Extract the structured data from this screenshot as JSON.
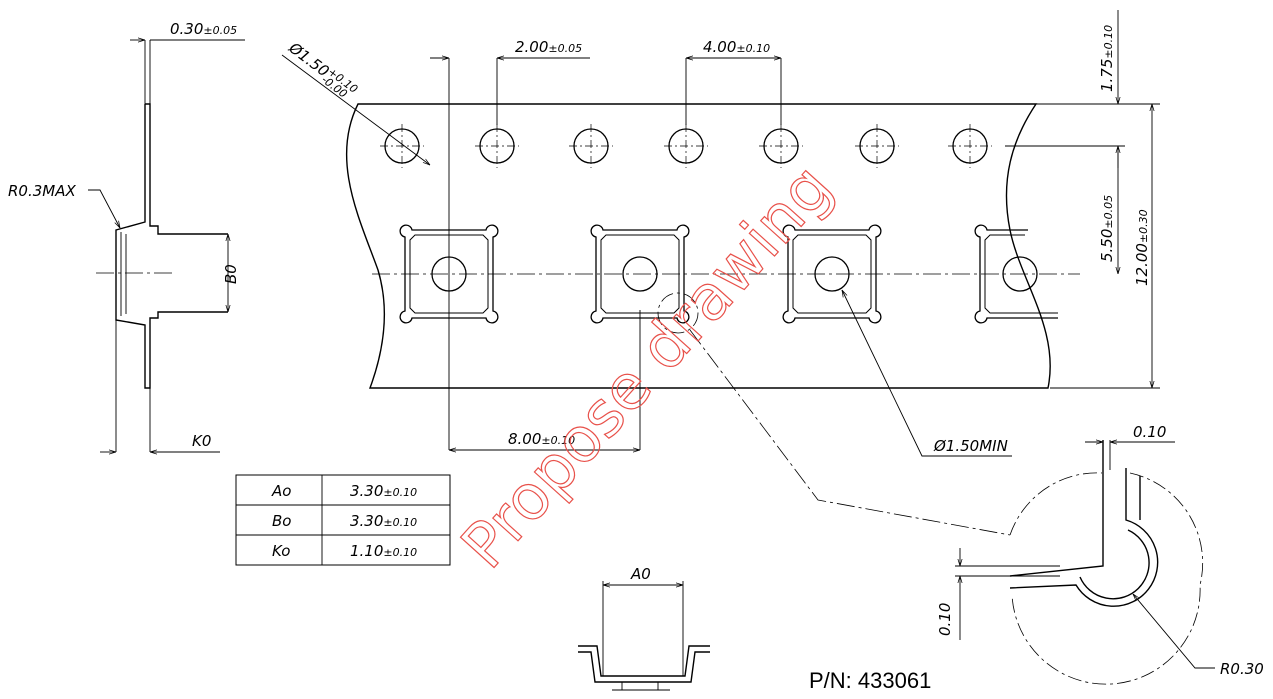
{
  "drawing": {
    "watermark": "Propose drawing",
    "part_number": "P/N: 433061",
    "side_view": {
      "thickness_label": "0.30",
      "thickness_tol": "±0.05",
      "radius_label": "R0.3MAX",
      "b0_label": "B0",
      "k0_label": "K0"
    },
    "top_view": {
      "hole_dia_label": "Ø1.50",
      "hole_dia_tol_plus": "+0.10",
      "hole_dia_tol_minus": "-0.00",
      "hole_pitch_label": "2.00",
      "hole_pitch_tol": "±0.05",
      "sprocket_pitch_label": "4.00",
      "sprocket_pitch_tol": "±0.10",
      "edge_label": "1.75",
      "edge_tol": "±0.10",
      "center_label": "5.50",
      "center_tol": "±0.05",
      "width_label": "12.00",
      "width_tol": "±0.30",
      "pocket_pitch_label": "8.00",
      "pocket_pitch_tol": "±0.10",
      "pocket_hole_label": "Ø1.50MIN"
    },
    "detail_view": {
      "wall_label": "0.10",
      "wall_label_2": "0.10",
      "radius_label": "R0.30"
    },
    "section_view": {
      "a0_label": "A0"
    },
    "table": {
      "rows": [
        {
          "name": "Ao",
          "value": "3.30",
          "tol": "±0.10"
        },
        {
          "name": "Bo",
          "value": "3.30",
          "tol": "±0.10"
        },
        {
          "name": "Ko",
          "value": "1.10",
          "tol": "±0.10"
        }
      ]
    }
  }
}
